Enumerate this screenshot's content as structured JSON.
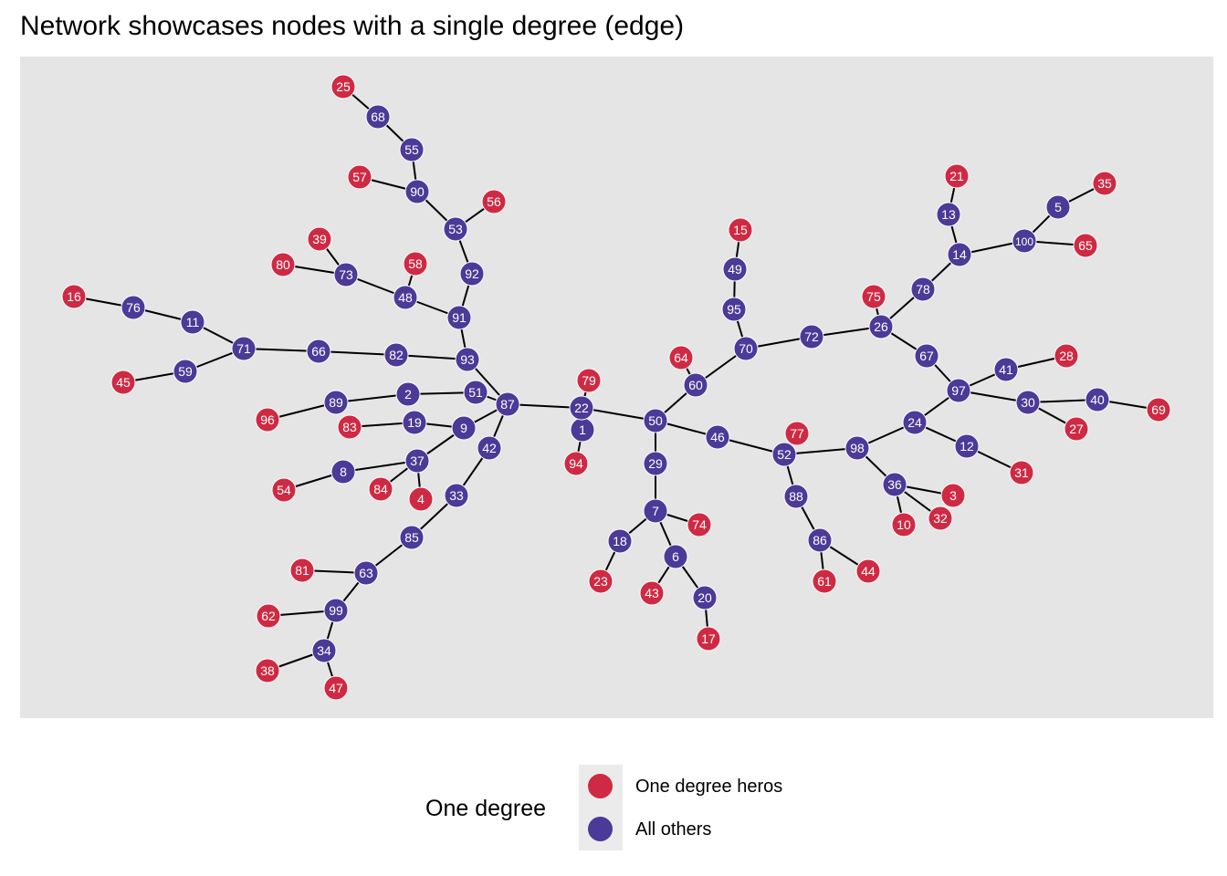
{
  "title": "Network showcases nodes with a single degree (edge)",
  "colors": {
    "one_degree": "#cf2a43",
    "others": "#4b3a97",
    "panel_bg": "#e5e5e5",
    "edge": "#000000"
  },
  "legend": {
    "title": "One degree",
    "items": [
      {
        "label": "One degree heros",
        "color": "#cf2a43"
      },
      {
        "label": "All others",
        "color": "#4b3a97"
      }
    ]
  },
  "chart_data": {
    "type": "network",
    "nodes": [
      {
        "id": "1",
        "group": "others"
      },
      {
        "id": "2",
        "group": "others"
      },
      {
        "id": "3",
        "group": "one_degree"
      },
      {
        "id": "4",
        "group": "one_degree"
      },
      {
        "id": "5",
        "group": "others"
      },
      {
        "id": "6",
        "group": "others"
      },
      {
        "id": "7",
        "group": "others"
      },
      {
        "id": "8",
        "group": "others"
      },
      {
        "id": "9",
        "group": "others"
      },
      {
        "id": "10",
        "group": "one_degree"
      },
      {
        "id": "11",
        "group": "others"
      },
      {
        "id": "12",
        "group": "others"
      },
      {
        "id": "13",
        "group": "others"
      },
      {
        "id": "14",
        "group": "others"
      },
      {
        "id": "15",
        "group": "one_degree"
      },
      {
        "id": "16",
        "group": "one_degree"
      },
      {
        "id": "17",
        "group": "one_degree"
      },
      {
        "id": "18",
        "group": "others"
      },
      {
        "id": "19",
        "group": "others"
      },
      {
        "id": "20",
        "group": "others"
      },
      {
        "id": "21",
        "group": "one_degree"
      },
      {
        "id": "22",
        "group": "others"
      },
      {
        "id": "23",
        "group": "one_degree"
      },
      {
        "id": "24",
        "group": "others"
      },
      {
        "id": "25",
        "group": "one_degree"
      },
      {
        "id": "26",
        "group": "others"
      },
      {
        "id": "27",
        "group": "one_degree"
      },
      {
        "id": "28",
        "group": "one_degree"
      },
      {
        "id": "29",
        "group": "others"
      },
      {
        "id": "30",
        "group": "others"
      },
      {
        "id": "31",
        "group": "one_degree"
      },
      {
        "id": "32",
        "group": "one_degree"
      },
      {
        "id": "33",
        "group": "others"
      },
      {
        "id": "34",
        "group": "others"
      },
      {
        "id": "35",
        "group": "one_degree"
      },
      {
        "id": "36",
        "group": "others"
      },
      {
        "id": "37",
        "group": "others"
      },
      {
        "id": "38",
        "group": "one_degree"
      },
      {
        "id": "39",
        "group": "one_degree"
      },
      {
        "id": "40",
        "group": "others"
      },
      {
        "id": "41",
        "group": "others"
      },
      {
        "id": "42",
        "group": "others"
      },
      {
        "id": "43",
        "group": "one_degree"
      },
      {
        "id": "44",
        "group": "one_degree"
      },
      {
        "id": "45",
        "group": "one_degree"
      },
      {
        "id": "46",
        "group": "others"
      },
      {
        "id": "47",
        "group": "one_degree"
      },
      {
        "id": "48",
        "group": "others"
      },
      {
        "id": "49",
        "group": "others"
      },
      {
        "id": "50",
        "group": "others"
      },
      {
        "id": "51",
        "group": "others"
      },
      {
        "id": "52",
        "group": "others"
      },
      {
        "id": "53",
        "group": "others"
      },
      {
        "id": "54",
        "group": "one_degree"
      },
      {
        "id": "55",
        "group": "others"
      },
      {
        "id": "56",
        "group": "one_degree"
      },
      {
        "id": "57",
        "group": "one_degree"
      },
      {
        "id": "58",
        "group": "one_degree"
      },
      {
        "id": "59",
        "group": "others"
      },
      {
        "id": "60",
        "group": "others"
      },
      {
        "id": "61",
        "group": "one_degree"
      },
      {
        "id": "62",
        "group": "one_degree"
      },
      {
        "id": "63",
        "group": "others"
      },
      {
        "id": "64",
        "group": "one_degree"
      },
      {
        "id": "65",
        "group": "one_degree"
      },
      {
        "id": "66",
        "group": "others"
      },
      {
        "id": "67",
        "group": "others"
      },
      {
        "id": "68",
        "group": "others"
      },
      {
        "id": "69",
        "group": "one_degree"
      },
      {
        "id": "70",
        "group": "others"
      },
      {
        "id": "71",
        "group": "others"
      },
      {
        "id": "72",
        "group": "others"
      },
      {
        "id": "73",
        "group": "others"
      },
      {
        "id": "74",
        "group": "one_degree"
      },
      {
        "id": "75",
        "group": "one_degree"
      },
      {
        "id": "76",
        "group": "others"
      },
      {
        "id": "77",
        "group": "one_degree"
      },
      {
        "id": "78",
        "group": "others"
      },
      {
        "id": "79",
        "group": "one_degree"
      },
      {
        "id": "80",
        "group": "one_degree"
      },
      {
        "id": "81",
        "group": "one_degree"
      },
      {
        "id": "82",
        "group": "others"
      },
      {
        "id": "83",
        "group": "one_degree"
      },
      {
        "id": "84",
        "group": "one_degree"
      },
      {
        "id": "85",
        "group": "others"
      },
      {
        "id": "86",
        "group": "others"
      },
      {
        "id": "87",
        "group": "others"
      },
      {
        "id": "88",
        "group": "others"
      },
      {
        "id": "89",
        "group": "others"
      },
      {
        "id": "90",
        "group": "others"
      },
      {
        "id": "91",
        "group": "others"
      },
      {
        "id": "92",
        "group": "others"
      },
      {
        "id": "93",
        "group": "others"
      },
      {
        "id": "94",
        "group": "one_degree"
      },
      {
        "id": "95",
        "group": "others"
      },
      {
        "id": "96",
        "group": "one_degree"
      },
      {
        "id": "97",
        "group": "others"
      },
      {
        "id": "98",
        "group": "others"
      },
      {
        "id": "99",
        "group": "others"
      },
      {
        "id": "100",
        "group": "others"
      }
    ],
    "edges": [
      [
        "25",
        "68"
      ],
      [
        "68",
        "55"
      ],
      [
        "55",
        "90"
      ],
      [
        "57",
        "90"
      ],
      [
        "90",
        "53"
      ],
      [
        "56",
        "53"
      ],
      [
        "53",
        "92"
      ],
      [
        "92",
        "91"
      ],
      [
        "91",
        "93"
      ],
      [
        "91",
        "48"
      ],
      [
        "58",
        "48"
      ],
      [
        "48",
        "73"
      ],
      [
        "73",
        "39"
      ],
      [
        "73",
        "80"
      ],
      [
        "16",
        "76"
      ],
      [
        "76",
        "11"
      ],
      [
        "11",
        "71"
      ],
      [
        "71",
        "59"
      ],
      [
        "59",
        "45"
      ],
      [
        "71",
        "66"
      ],
      [
        "66",
        "82"
      ],
      [
        "82",
        "93"
      ],
      [
        "93",
        "87"
      ],
      [
        "51",
        "87"
      ],
      [
        "2",
        "51"
      ],
      [
        "2",
        "89"
      ],
      [
        "89",
        "96"
      ],
      [
        "87",
        "9"
      ],
      [
        "19",
        "9"
      ],
      [
        "83",
        "19"
      ],
      [
        "9",
        "37"
      ],
      [
        "37",
        "8"
      ],
      [
        "8",
        "54"
      ],
      [
        "37",
        "84"
      ],
      [
        "37",
        "4"
      ],
      [
        "87",
        "42"
      ],
      [
        "42",
        "33"
      ],
      [
        "33",
        "85"
      ],
      [
        "85",
        "63"
      ],
      [
        "63",
        "81"
      ],
      [
        "63",
        "99"
      ],
      [
        "99",
        "62"
      ],
      [
        "99",
        "34"
      ],
      [
        "34",
        "38"
      ],
      [
        "34",
        "47"
      ],
      [
        "87",
        "22"
      ],
      [
        "22",
        "79"
      ],
      [
        "22",
        "1"
      ],
      [
        "1",
        "94"
      ],
      [
        "22",
        "50"
      ],
      [
        "50",
        "29"
      ],
      [
        "29",
        "7"
      ],
      [
        "7",
        "18"
      ],
      [
        "18",
        "23"
      ],
      [
        "7",
        "74"
      ],
      [
        "7",
        "6"
      ],
      [
        "6",
        "43"
      ],
      [
        "6",
        "20"
      ],
      [
        "20",
        "17"
      ],
      [
        "50",
        "60"
      ],
      [
        "60",
        "64"
      ],
      [
        "60",
        "70"
      ],
      [
        "70",
        "95"
      ],
      [
        "95",
        "49"
      ],
      [
        "49",
        "15"
      ],
      [
        "70",
        "72"
      ],
      [
        "72",
        "26"
      ],
      [
        "26",
        "75"
      ],
      [
        "26",
        "78"
      ],
      [
        "78",
        "14"
      ],
      [
        "14",
        "13"
      ],
      [
        "13",
        "21"
      ],
      [
        "14",
        "100"
      ],
      [
        "100",
        "5"
      ],
      [
        "5",
        "35"
      ],
      [
        "100",
        "65"
      ],
      [
        "26",
        "67"
      ],
      [
        "67",
        "97"
      ],
      [
        "97",
        "41"
      ],
      [
        "41",
        "28"
      ],
      [
        "97",
        "30"
      ],
      [
        "30",
        "40"
      ],
      [
        "40",
        "69"
      ],
      [
        "30",
        "27"
      ],
      [
        "97",
        "24"
      ],
      [
        "24",
        "12"
      ],
      [
        "12",
        "31"
      ],
      [
        "24",
        "98"
      ],
      [
        "98",
        "52"
      ],
      [
        "52",
        "77"
      ],
      [
        "52",
        "46"
      ],
      [
        "46",
        "50"
      ],
      [
        "52",
        "88"
      ],
      [
        "88",
        "86"
      ],
      [
        "86",
        "61"
      ],
      [
        "86",
        "44"
      ],
      [
        "98",
        "36"
      ],
      [
        "36",
        "3"
      ],
      [
        "36",
        "32"
      ],
      [
        "36",
        "10"
      ]
    ]
  }
}
